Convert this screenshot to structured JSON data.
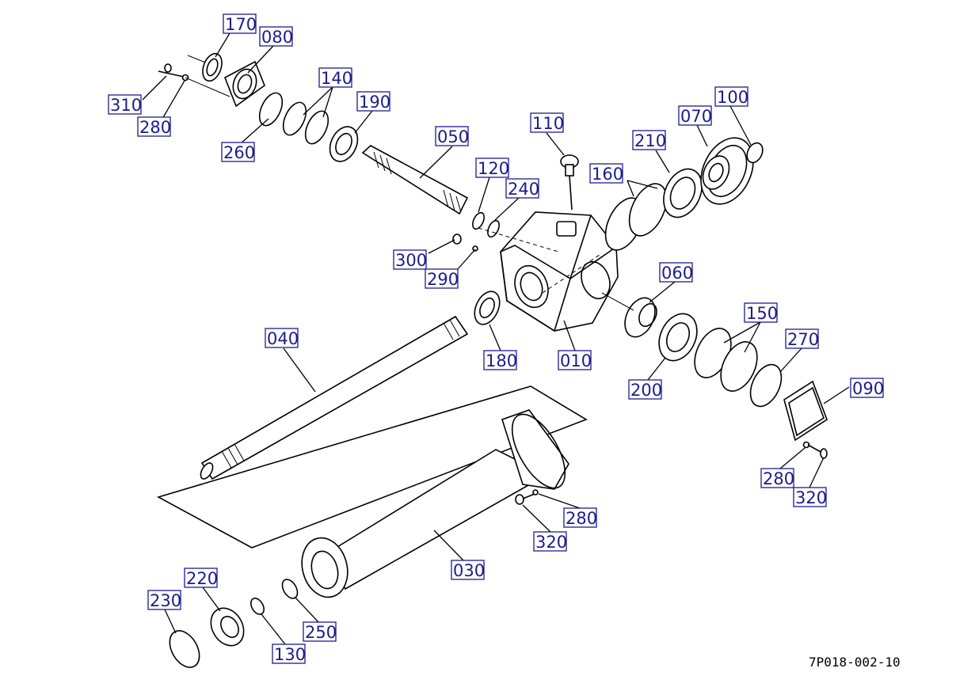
{
  "drawing_number": "7P018-002-10",
  "callouts": [
    {
      "id": "170",
      "text": "170"
    },
    {
      "id": "080",
      "text": "080"
    },
    {
      "id": "310",
      "text": "310"
    },
    {
      "id": "280a",
      "text": "280"
    },
    {
      "id": "140",
      "text": "140"
    },
    {
      "id": "190",
      "text": "190"
    },
    {
      "id": "260",
      "text": "260"
    },
    {
      "id": "050",
      "text": "050"
    },
    {
      "id": "110",
      "text": "110"
    },
    {
      "id": "120",
      "text": "120"
    },
    {
      "id": "240",
      "text": "240"
    },
    {
      "id": "300",
      "text": "300"
    },
    {
      "id": "290",
      "text": "290"
    },
    {
      "id": "160",
      "text": "160"
    },
    {
      "id": "210",
      "text": "210"
    },
    {
      "id": "070",
      "text": "070"
    },
    {
      "id": "100",
      "text": "100"
    },
    {
      "id": "060",
      "text": "060"
    },
    {
      "id": "040",
      "text": "040"
    },
    {
      "id": "180",
      "text": "180"
    },
    {
      "id": "010",
      "text": "010"
    },
    {
      "id": "150",
      "text": "150"
    },
    {
      "id": "270",
      "text": "270"
    },
    {
      "id": "200",
      "text": "200"
    },
    {
      "id": "090",
      "text": "090"
    },
    {
      "id": "280b",
      "text": "280"
    },
    {
      "id": "320a",
      "text": "320"
    },
    {
      "id": "280c",
      "text": "280"
    },
    {
      "id": "320b",
      "text": "320"
    },
    {
      "id": "030",
      "text": "030"
    },
    {
      "id": "220",
      "text": "220"
    },
    {
      "id": "230",
      "text": "230"
    },
    {
      "id": "250",
      "text": "250"
    },
    {
      "id": "130",
      "text": "130"
    }
  ]
}
